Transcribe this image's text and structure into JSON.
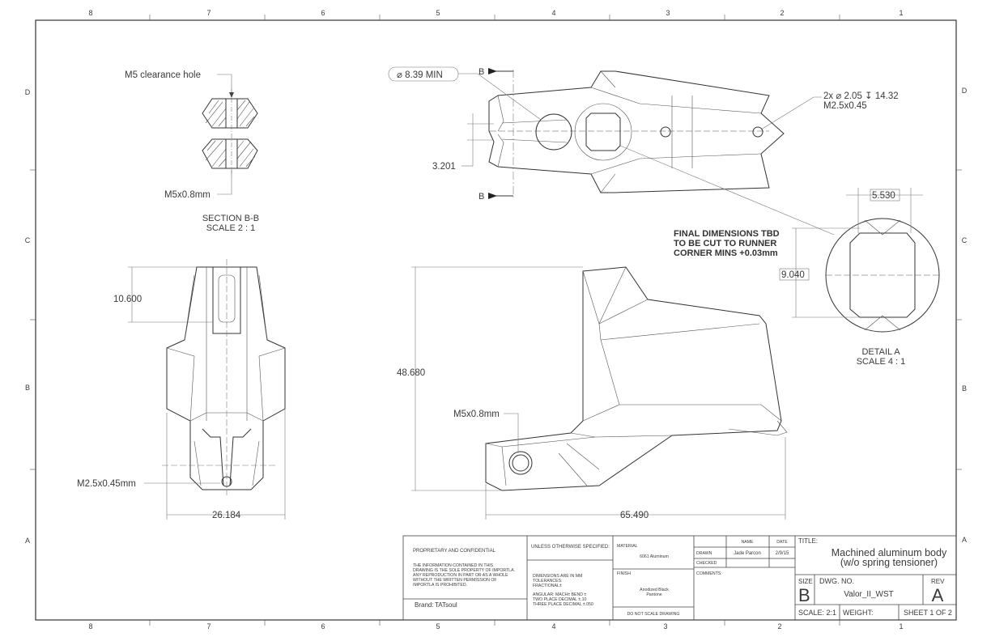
{
  "border": {
    "columns": [
      "8",
      "7",
      "6",
      "5",
      "4",
      "3",
      "2",
      "1"
    ],
    "rows": [
      "D",
      "C",
      "B",
      "A"
    ]
  },
  "views": {
    "section": {
      "callout_hole": "M5 clearance hole",
      "callout_thread": "M5x0.8mm",
      "title": "SECTION B-B",
      "scale": "SCALE 2 : 1"
    },
    "top": {
      "diameter_callout": "⌀ 8.39 MIN",
      "section_mark_top": "B",
      "section_mark_bottom": "B",
      "dim_3201": "3.201",
      "hole_callout_line1": "2x ⌀ 2.05 ↧ 14.32",
      "hole_callout_line2": "M2.5x0.45"
    },
    "front": {
      "dim_10600": "10.600",
      "callout_thread": "M2.5x0.45mm",
      "dim_26184": "26.184"
    },
    "side": {
      "dim_48680": "48.680",
      "callout_thread": "M5x0.8mm",
      "dim_65490": "65.490"
    },
    "note": {
      "line1": "FINAL DIMENSIONS TBD",
      "line2": "TO BE CUT TO RUNNER",
      "line3": "CORNER MINS +0.03mm"
    },
    "detail": {
      "dim_5530": "5.530",
      "dim_9040": "9.040",
      "title": "DETAIL A",
      "scale": "SCALE 4 : 1"
    }
  },
  "title_block": {
    "proprietary_title": "PROPRIETARY AND CONFIDENTIAL",
    "proprietary_text": [
      "THE INFORMATION CONTAINED IN THIS",
      "DRAWING IS THE SOLE PROPERTY OF IMPORTLA.",
      "ANY REPRODUCTION IN PART OR AS A WHOLE",
      "WITHOUT THE WRITTEN PERMISSION OF",
      "IMPORTLA IS PROHIBITED."
    ],
    "brand_label": "Brand:",
    "brand_value": "TATsoul",
    "unless_specified": "UNLESS OTHERWISE SPECIFIED:",
    "tolerance_lines": [
      "DIMENSIONS ARE IN MM",
      "TOLERANCES:",
      "FRACTIONAL±",
      "ANGULAR: MACH±    BEND ±",
      "TWO PLACE DECIMAL    ±.10",
      "THREE PLACE DECIMAL  ±.050"
    ],
    "material_label": "MATERIAL",
    "material_value": "6061 Aluminum",
    "finish_label": "FINISH",
    "finish_value_1": "Anodized Black",
    "finish_value_2": "Pantone",
    "do_not_scale": "DO NOT SCALE DRAWING",
    "name_header": "NAME",
    "date_header": "DATE",
    "drawn_label": "DRAWN",
    "drawn_name": "Jade Parcon",
    "drawn_date": "2/9/15",
    "checked_label": "CHECKED",
    "comments_label": "COMMENTS:",
    "title_label": "TITLE:",
    "title_line1": "Machined aluminum body",
    "title_line2": "(w/o spring tensioner)",
    "size_label": "SIZE",
    "size_value": "B",
    "dwg_no_label": "DWG.  NO.",
    "dwg_no_value": "Valor_II_WST",
    "rev_label": "REV",
    "rev_value": "A",
    "scale_text": "SCALE: 2:1",
    "weight_text": "WEIGHT:",
    "sheet_text": "SHEET 1 OF 2"
  }
}
